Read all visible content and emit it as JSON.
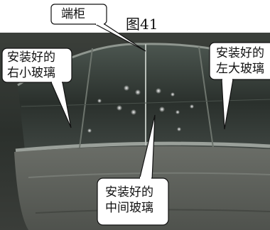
{
  "figure_title": "图41",
  "callouts": {
    "end_cabinet": {
      "label": "端柜"
    },
    "right_small_glass": {
      "line1": "安装好的",
      "line2": "右小玻璃"
    },
    "left_large_glass": {
      "line1": "安装好的",
      "line2": "左大玻璃"
    },
    "middle_glass": {
      "line1": "安装好的",
      "line2": "中间玻璃"
    }
  },
  "colors": {
    "background": "#ffffff",
    "glass_dark": "#2f3530",
    "cabinet_body": "#5b5e59",
    "callout_fill": "#ffffff",
    "callout_stroke": "#111111"
  }
}
